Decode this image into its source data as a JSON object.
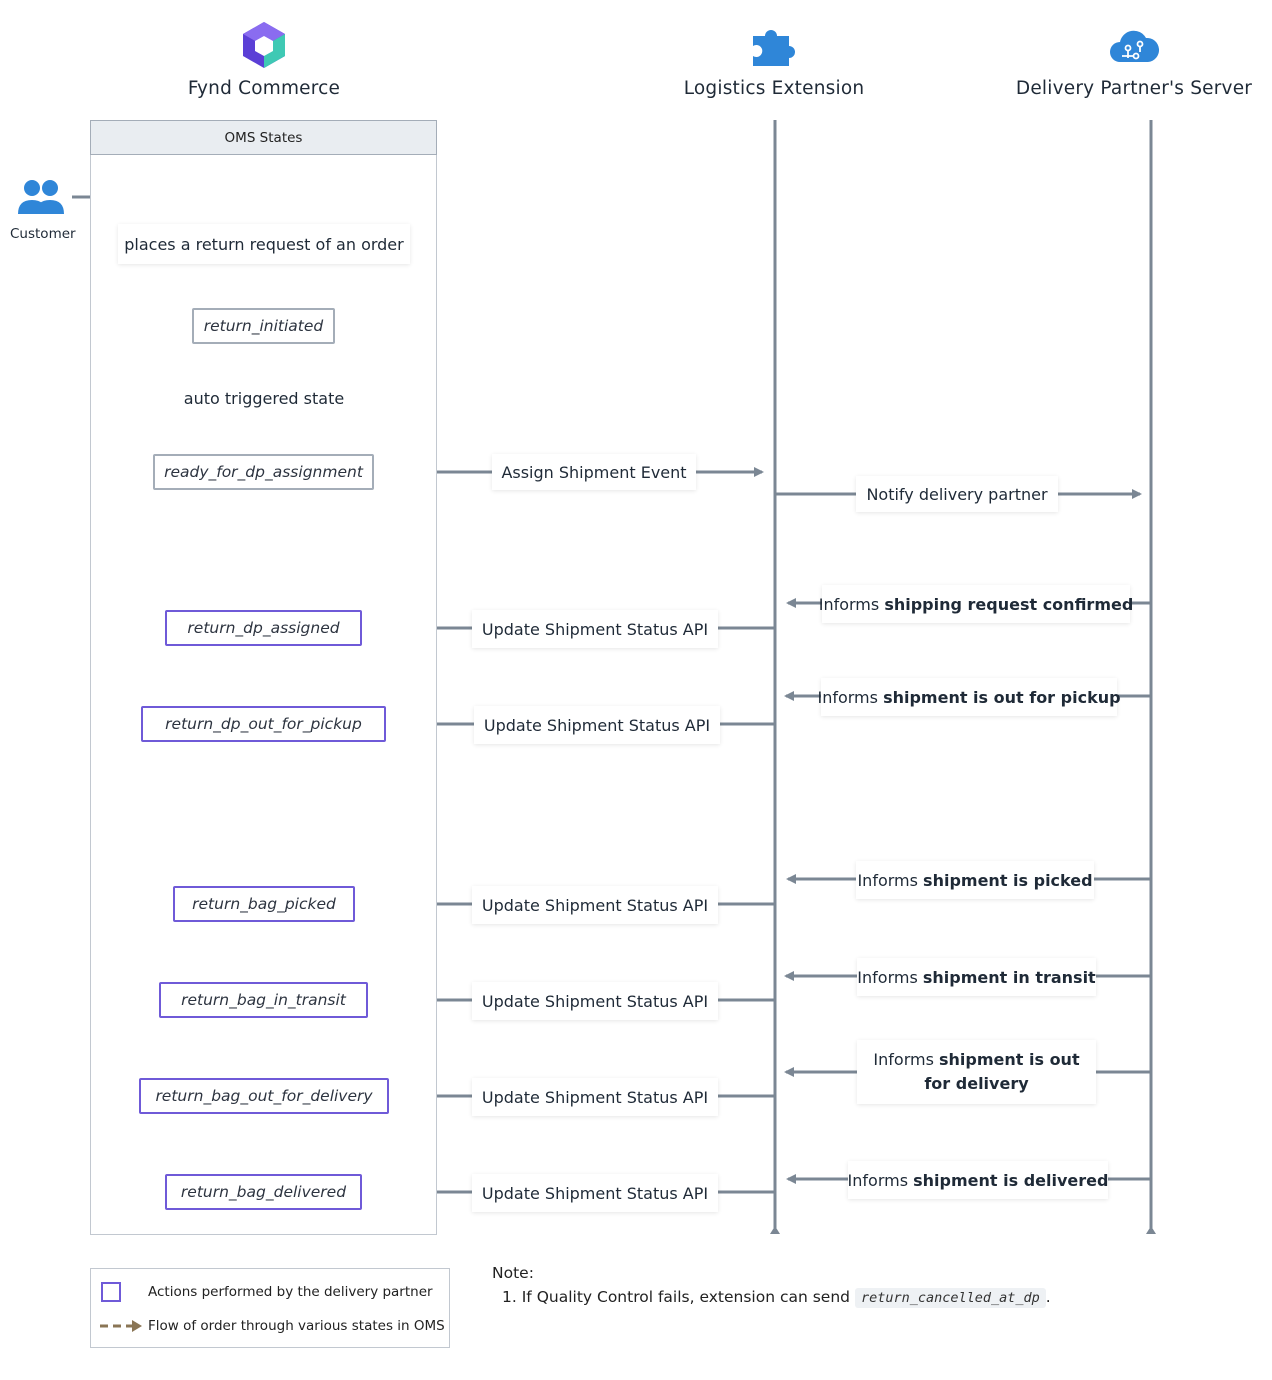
{
  "columns": {
    "fynd": "Fynd Commerce",
    "extension": "Logistics Extension",
    "partner": "Delivery Partner's Server"
  },
  "oms": {
    "header": "OMS States"
  },
  "customer": {
    "label": "Customer",
    "action": "places a return request of an order"
  },
  "states": [
    {
      "label": "return_initiated",
      "kind": "auto"
    },
    {
      "label": "ready_for_dp_assignment",
      "kind": "auto"
    },
    {
      "label": "return_dp_assigned",
      "kind": "partner"
    },
    {
      "label": "return_dp_out_for_pickup",
      "kind": "partner"
    },
    {
      "label": "return_bag_picked",
      "kind": "partner"
    },
    {
      "label": "return_bag_in_transit",
      "kind": "partner"
    },
    {
      "label": "return_bag_out_for_delivery",
      "kind": "partner"
    },
    {
      "label": "return_bag_delivered",
      "kind": "partner"
    }
  ],
  "auto_trigger_label": "auto triggered state",
  "messages": {
    "assign_event": "Assign Shipment Event",
    "notify_partner": "Notify delivery partner",
    "update_api": "Update Shipment Status API"
  },
  "informs": [
    {
      "prefix": "Informs ",
      "bold": "shipping request confirmed"
    },
    {
      "prefix": "Informs ",
      "bold": "shipment is out for pickup"
    },
    {
      "prefix": "Informs ",
      "bold": "shipment is picked"
    },
    {
      "prefix": "Informs ",
      "bold": "shipment in transit"
    },
    {
      "prefix": "Informs ",
      "bold": "shipment is out for delivery"
    },
    {
      "prefix": "Informs ",
      "bold": "shipment is delivered"
    }
  ],
  "legend": {
    "partner_actions": "Actions performed by the delivery partner",
    "flow": "Flow of order through various states in OMS"
  },
  "note": {
    "title": "Note:",
    "item_number": "1.",
    "item_text": "If Quality Control fails, extension can send",
    "item_code": "return_cancelled_at_dp",
    "item_end": "."
  },
  "colors": {
    "lifeline": "#7b8794",
    "partner_border": "#6f5ad8",
    "flow_arrow": "#8a7555",
    "icon_blue": "#2f86d8"
  },
  "icons": [
    "fynd-logo-icon",
    "puzzle-icon",
    "cloud-server-icon",
    "users-icon"
  ]
}
